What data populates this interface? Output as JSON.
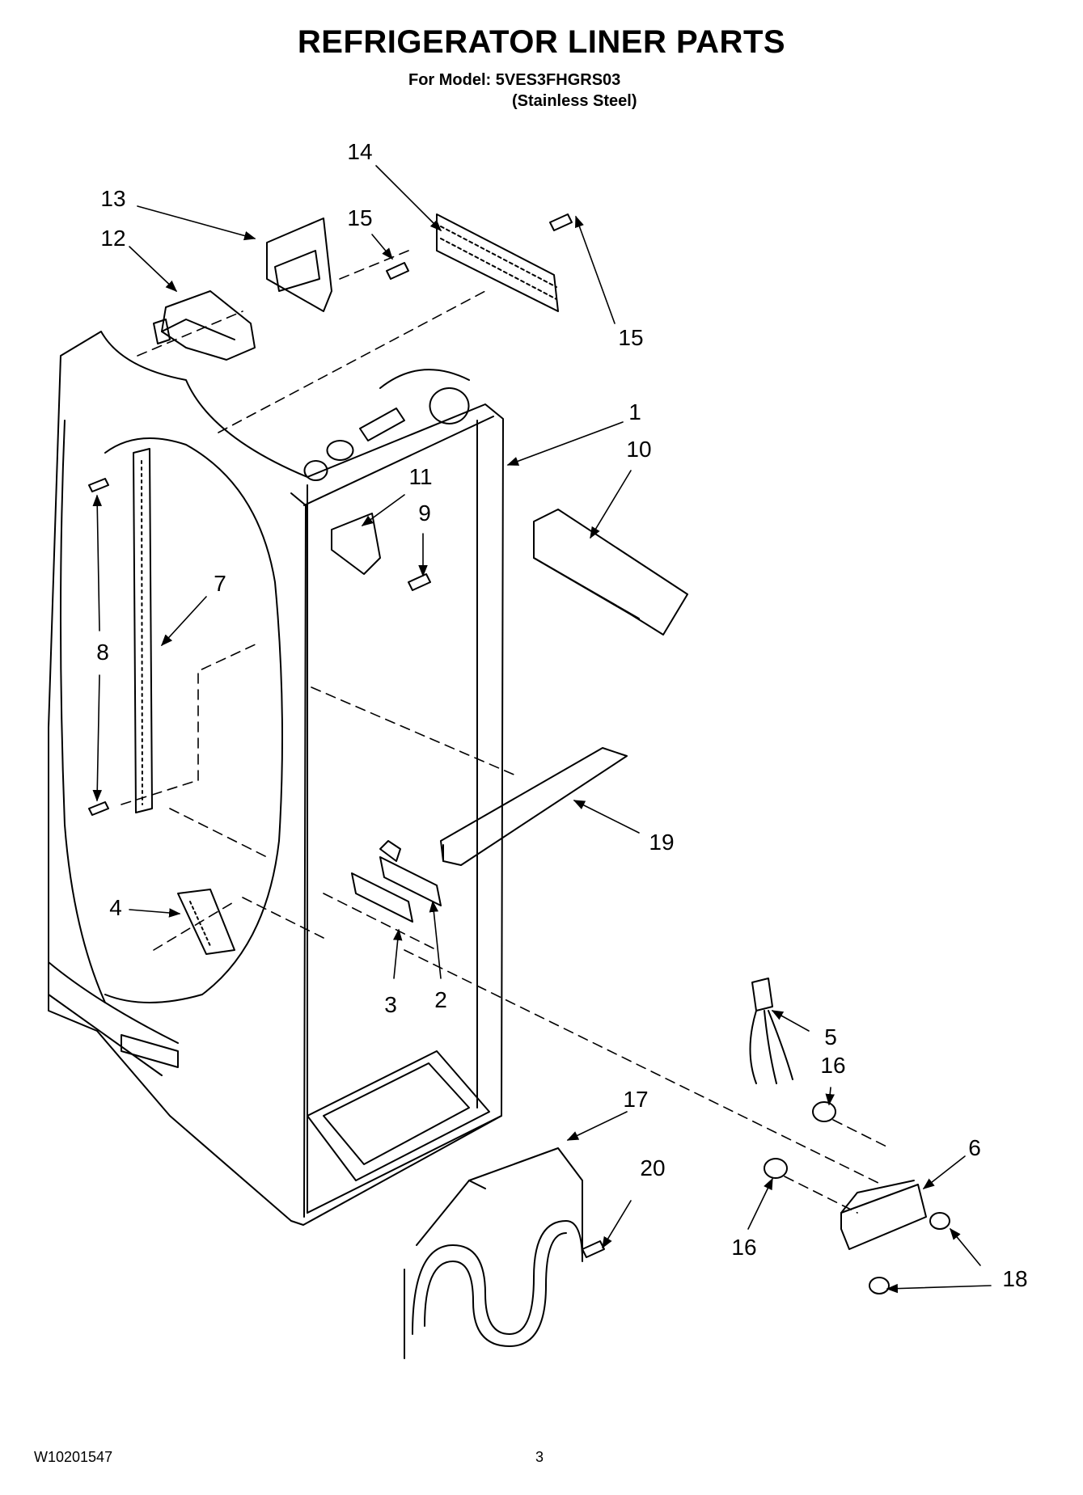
{
  "header": {
    "title": "REFRIGERATOR LINER PARTS",
    "model_line": "For Model: 5VES3FHGRS03",
    "finish_line": "(Stainless Steel)"
  },
  "footer": {
    "doc_number": "W10201547",
    "page_number": "3"
  },
  "callouts": [
    "14",
    "13",
    "15",
    "12",
    "15",
    "1",
    "10",
    "11",
    "9",
    "7",
    "8",
    "19",
    "4",
    "3",
    "2",
    "5",
    "16",
    "17",
    "6",
    "20",
    "16",
    "18"
  ],
  "colors": {
    "ink": "#000000",
    "background": "#ffffff"
  }
}
